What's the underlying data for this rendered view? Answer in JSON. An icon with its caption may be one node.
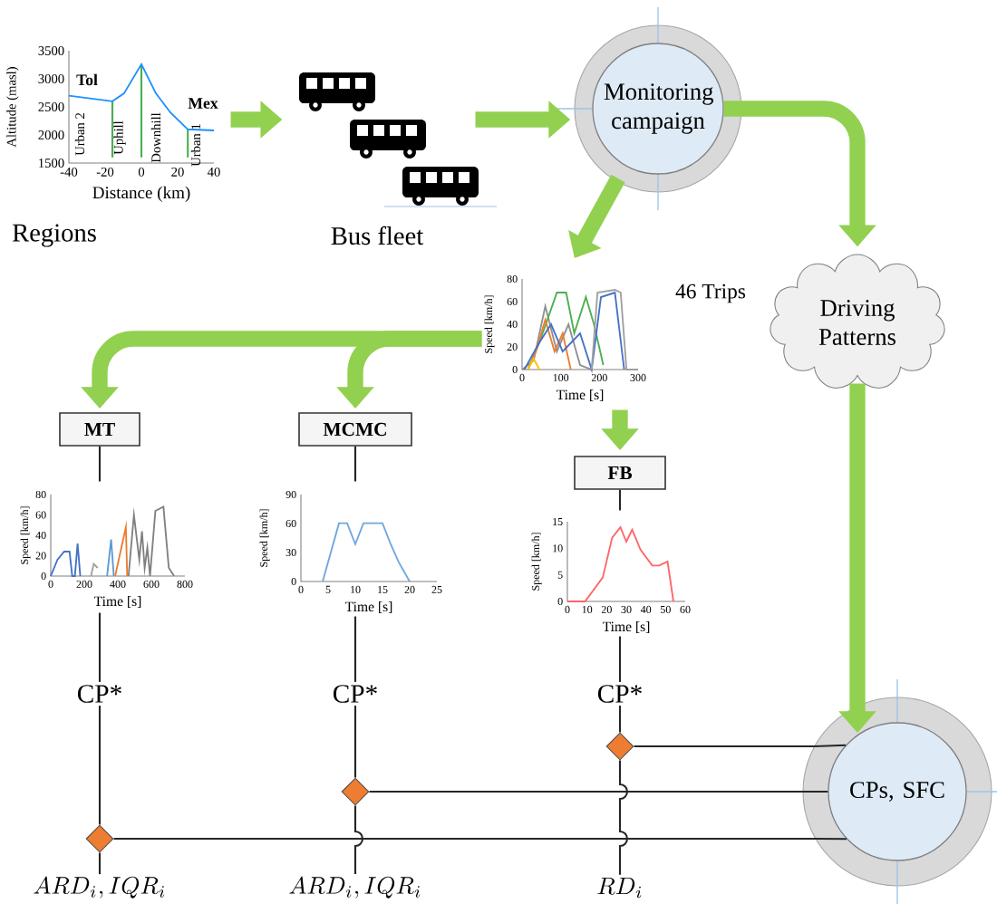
{
  "diagram": {
    "nodes": [
      {
        "text": [],
        "shape": "picture",
        "beside": [
          "Regions"
        ]
      },
      {
        "text": [],
        "shape": "picture",
        "beside": [
          "Bus fleet"
        ]
      },
      {
        "text": [
          "Monitoring campaign"
        ]
      },
      {
        "text": [],
        "shape": "picture",
        "beside": [
          "46 Trips"
        ]
      },
      {
        "text": [
          "Driving Patterns"
        ]
      },
      {
        "text": [
          "MT"
        ]
      },
      {
        "text": [
          "MCMC"
        ]
      },
      {
        "text": [
          "FB"
        ]
      },
      {
        "text": [],
        "shape": "picture"
      },
      {
        "text": [],
        "shape": "picture"
      },
      {
        "text": [],
        "shape": "picture"
      },
      {
        "text": [
          "CP*"
        ]
      },
      {
        "text": [
          "CP*"
        ]
      },
      {
        "text": [
          "CP*"
        ]
      },
      {
        "text": [],
        "shape": "diamond"
      },
      {
        "text": [],
        "shape": "diamond"
      },
      {
        "text": [],
        "shape": "diamond"
      },
      {
        "text": [
          "CPs, SFC"
        ]
      },
      {
        "text": [
          "ARD_i, IQR_i"
        ]
      },
      {
        "text": [
          "ARD_i, IQR_i"
        ]
      },
      {
        "text": [
          "RD_i"
        ]
      }
    ],
    "edges": [
      {
        "from": 0,
        "to": 1,
        "arrow": "to",
        "color": "#92d050",
        "style": "thick"
      },
      {
        "from": 1,
        "to": 2,
        "arrow": "to",
        "color": "#92d050",
        "style": "thick"
      },
      {
        "from": 2,
        "to": 3,
        "arrow": "to",
        "color": "#92d050",
        "style": "thick"
      },
      {
        "from": 2,
        "to": 4,
        "arrow": "to",
        "color": "#92d050",
        "style": "thick"
      },
      {
        "from": 3,
        "to": 5,
        "arrow": "to",
        "color": "#92d050",
        "style": "thick"
      },
      {
        "from": 3,
        "to": 6,
        "arrow": "to",
        "color": "#92d050",
        "style": "thick"
      },
      {
        "from": 3,
        "to": 7,
        "arrow": "to",
        "color": "#92d050",
        "style": "thick"
      },
      {
        "from": 4,
        "to": 17,
        "arrow": "to",
        "color": "#92d050",
        "style": "thick"
      },
      {
        "from": 5,
        "to": 8,
        "arrow": "none"
      },
      {
        "from": 8,
        "to": 11,
        "arrow": "none"
      },
      {
        "from": 11,
        "to": 14,
        "arrow": "none"
      },
      {
        "from": 14,
        "to": 18,
        "arrow": "none"
      },
      {
        "from": 6,
        "to": 9,
        "arrow": "none"
      },
      {
        "from": 9,
        "to": 12,
        "arrow": "none"
      },
      {
        "from": 12,
        "to": 15,
        "arrow": "none"
      },
      {
        "from": 15,
        "to": 19,
        "arrow": "none"
      },
      {
        "from": 7,
        "to": 10,
        "arrow": "none"
      },
      {
        "from": 10,
        "to": 13,
        "arrow": "none"
      },
      {
        "from": 13,
        "to": 16,
        "arrow": "none"
      },
      {
        "from": 16,
        "to": 20,
        "arrow": "none"
      },
      {
        "from": 16,
        "to": 17,
        "arrow": "none"
      },
      {
        "from": 15,
        "to": 17,
        "arrow": "none"
      },
      {
        "from": 14,
        "to": 17,
        "arrow": "none"
      }
    ],
    "labels": [
      "Altitude (masl)",
      "3500",
      "3000",
      "2500",
      "2000",
      "1500",
      "Tol",
      "Mex",
      "Urban 2",
      "Uphill",
      "Downhill",
      "Urban 1",
      "-40",
      "-20",
      "0",
      "20",
      "40",
      "Distance (km)",
      "Speed [km/h]",
      "80",
      "60",
      "40",
      "20",
      "0",
      "0",
      "100",
      "200",
      "300",
      "Time [s]",
      "Speed [km/h]",
      "80",
      "60",
      "40",
      "20",
      "0",
      "0",
      "200",
      "400",
      "600",
      "800",
      "Time [s]",
      "Speed [km/h]",
      "90",
      "60",
      "30",
      "0",
      "0",
      "5",
      "10",
      "15",
      "20",
      "25",
      "Time [s]",
      "Speed [km/h]",
      "15",
      "10",
      "5",
      "0",
      "0",
      "10",
      "20",
      "30",
      "40",
      "50",
      "60",
      "Time [s]"
    ]
  }
}
